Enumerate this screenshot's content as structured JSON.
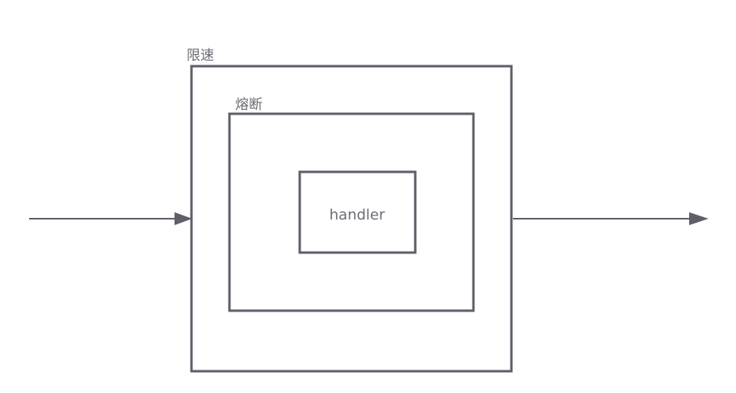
{
  "diagram": {
    "outer_box_label": "限速",
    "middle_box_label": "熔断",
    "inner_box_label": "handler"
  },
  "colors": {
    "stroke": "#5f5f6b",
    "text": "#6b6b75",
    "background": "#ffffff"
  }
}
